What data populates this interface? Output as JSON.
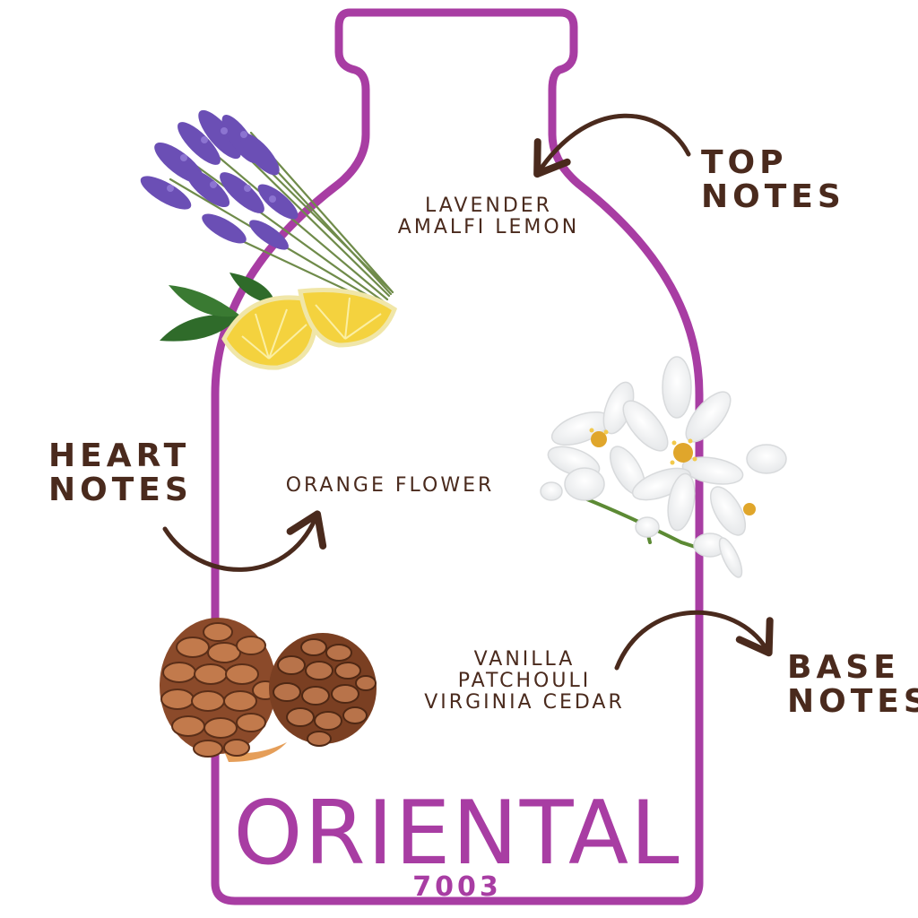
{
  "colors": {
    "bottle_outline": "#a83da3",
    "text_brown": "#4a2a1d",
    "lavender": "#6b4fb5",
    "lemon": "#f4d23e",
    "leaf": "#2f6b2a",
    "pine_cone": "#8b4a2a",
    "blossom": "#ffffff"
  },
  "top_notes": {
    "title_line1": "TOP",
    "title_line2": "NOTES",
    "ingredients": [
      "LAVENDER",
      "AMALFI LEMON"
    ]
  },
  "heart_notes": {
    "title_line1": "HEART",
    "title_line2": "NOTES",
    "ingredients": [
      "ORANGE FLOWER"
    ]
  },
  "base_notes": {
    "title_line1": "BASE",
    "title_line2": "NOTES",
    "ingredients": [
      "VANILLA",
      "PATCHOULI",
      "VIRGINIA CEDAR"
    ]
  },
  "product": {
    "name": "ORIENTAL",
    "code": "7003"
  },
  "illustrations": [
    "lavender-icon",
    "lemon-icon",
    "orange-blossom-icon",
    "pine-cone-icon"
  ]
}
